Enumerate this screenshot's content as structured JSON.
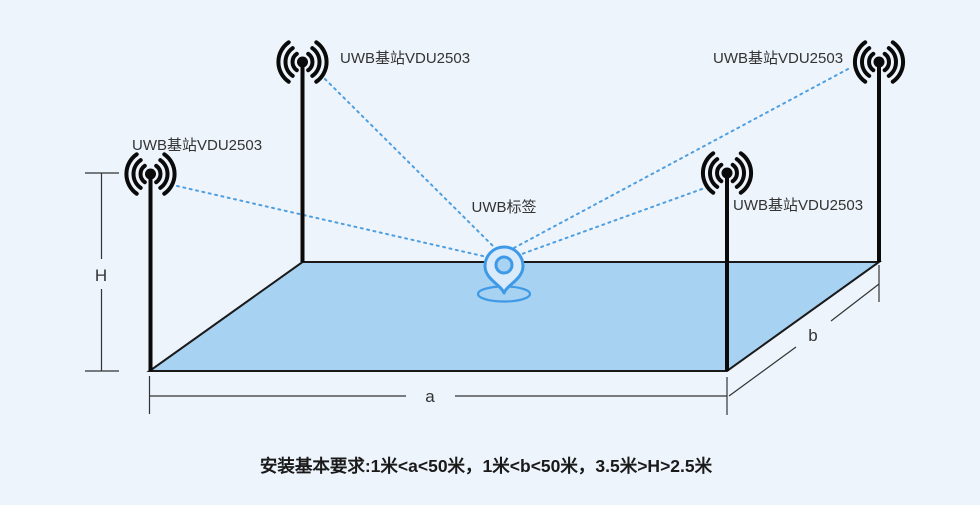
{
  "colors": {
    "background": "#edf4fb",
    "floor_fill": "#a7d2f2",
    "floor_outline": "#1a1a1a",
    "signal_line": "#4f9fe0",
    "pin_stroke": "#3e9ae6",
    "pin_fill": "#d9eafb",
    "antenna": "#0a0a0a",
    "text": "#333333"
  },
  "stations": [
    {
      "label": "UWB基站VDU2503",
      "position": "left"
    },
    {
      "label": "UWB基站VDU2503",
      "position": "back-left"
    },
    {
      "label": "UWB基站VDU2503",
      "position": "front-right"
    },
    {
      "label": "UWB基站VDU2503",
      "position": "back-right"
    }
  ],
  "tag": {
    "label": "UWB标签"
  },
  "dimensions": {
    "height_label": "H",
    "length_label": "a",
    "width_label": "b"
  },
  "requirement_text": "安装基本要求:1米<a<50米，1米<b<50米，3.5米>H>2.5米"
}
